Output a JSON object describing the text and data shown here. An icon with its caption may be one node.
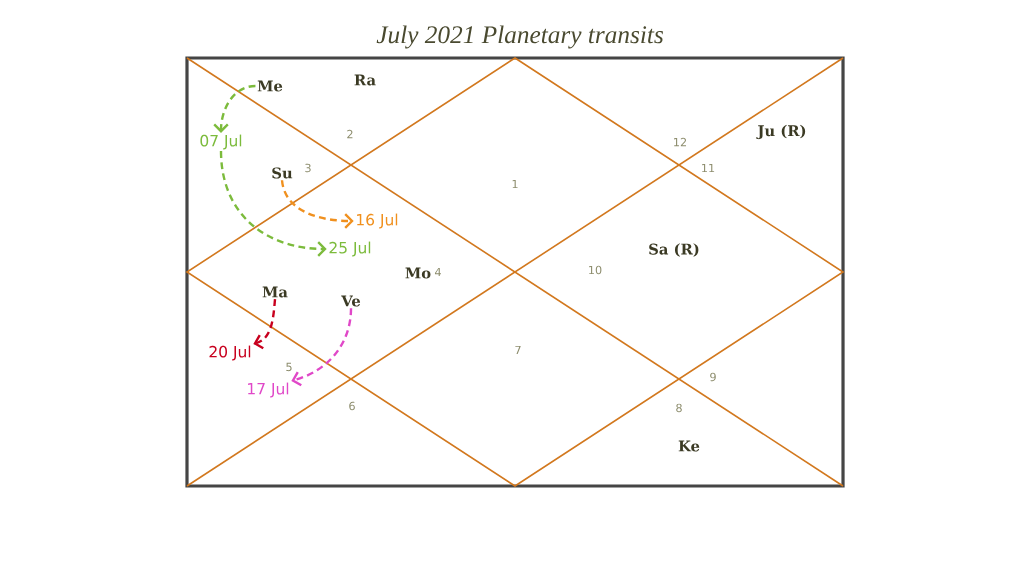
{
  "diagram": {
    "title": "July 2021 Planetary transits",
    "nodes": [
      {
        "text": [],
        "shape": "box"
      },
      {
        "text": [
          "Me"
        ],
        "in": 0
      },
      {
        "text": [
          "07 Jul"
        ],
        "in": 0
      },
      {
        "text": [
          "Su"
        ],
        "in": 0
      },
      {
        "text": [
          "16 Jul"
        ],
        "in": 0
      },
      {
        "text": [
          "25 Jul"
        ],
        "in": 0
      },
      {
        "text": [
          "Ma"
        ],
        "in": 0
      },
      {
        "text": [
          "Ve"
        ],
        "in": 0
      },
      {
        "text": [
          "20 Jul"
        ],
        "in": 0
      },
      {
        "text": [
          "17 Jul"
        ],
        "in": 0
      }
    ],
    "edges": [
      {
        "from": 1,
        "to": 2,
        "arrow": "to",
        "style": "dashed",
        "color": "#7cbb3c"
      },
      {
        "from": 2,
        "to": 5,
        "arrow": "to",
        "style": "dashed",
        "color": "#7cbb3c"
      },
      {
        "from": 3,
        "to": 4,
        "arrow": "to",
        "style": "dashed",
        "color": "#f0901e"
      },
      {
        "from": 6,
        "to": 8,
        "arrow": "to",
        "style": "dashed",
        "color": "#c8001e"
      },
      {
        "from": 7,
        "to": 9,
        "arrow": "to",
        "style": "dashed",
        "color": "#e048c8"
      }
    ],
    "labels": [
      "Ra",
      "2",
      "12",
      "Ju (R)",
      "3",
      "11",
      "1",
      "Sa (R)",
      "Mo",
      "4",
      "10",
      "7",
      "5",
      "9",
      "6",
      "8",
      "Ke"
    ]
  }
}
